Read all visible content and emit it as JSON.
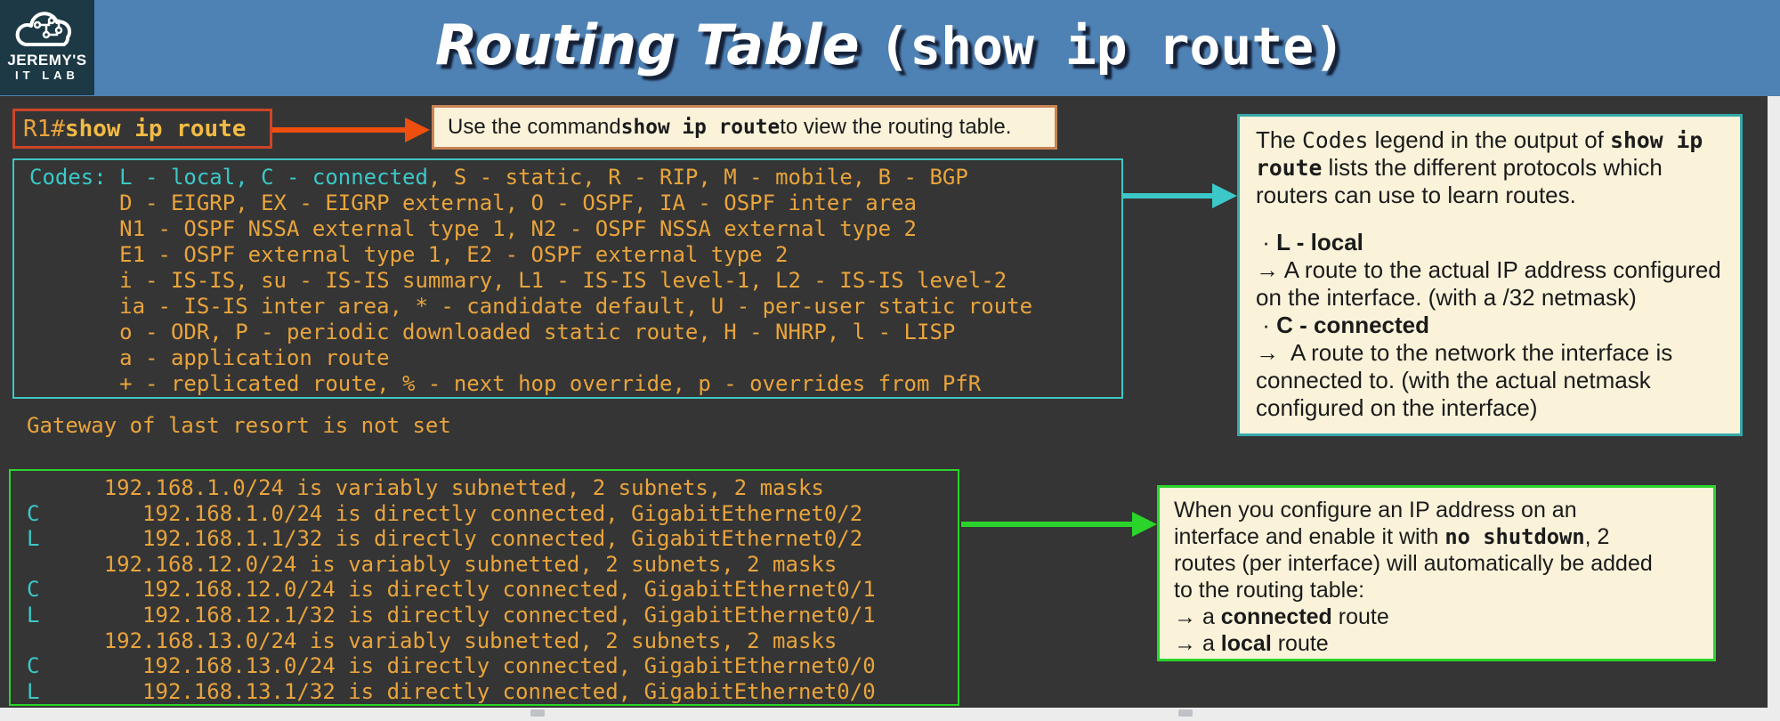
{
  "header": {
    "logo_line1": "JEREMY'S",
    "logo_line2": "IT LAB",
    "title_script": "Routing Table ",
    "title_mono": "(show ip route)"
  },
  "colors": {
    "background": "#353535",
    "header_blue": "#4e81b4",
    "terminal_orange": "#e9a43c",
    "terminal_cyan": "#3cc8c8",
    "green_accent": "#2bd42b",
    "red_orange_accent": "#cd4527",
    "arrow_orange": "#ee4e0e",
    "callout_cream": "#faf3da"
  },
  "command_box": {
    "segments": [
      {
        "t": "R1# "
      },
      {
        "t": "show ip route",
        "c": "b"
      }
    ]
  },
  "callout_command": {
    "segments": [
      {
        "t": "Use the command "
      },
      {
        "t": "show ip route",
        "c": "mb"
      },
      {
        "t": " to view the routing table."
      }
    ]
  },
  "codes_box": {
    "lines": [
      [
        {
          "t": "Codes: L - local, C - connected",
          "c": "cy"
        },
        {
          "t": ", S - static, R - RIP, M - mobile, B - BGP",
          "c": "or"
        }
      ],
      [
        {
          "t": "       D - EIGRP, EX - EIGRP external, O - OSPF, IA - OSPF inter area",
          "c": "or"
        }
      ],
      [
        {
          "t": "       N1 - OSPF NSSA external type 1, N2 - OSPF NSSA external type 2",
          "c": "or"
        }
      ],
      [
        {
          "t": "       E1 - OSPF external type 1, E2 - OSPF external type 2",
          "c": "or"
        }
      ],
      [
        {
          "t": "       i - IS-IS, su - IS-IS summary, L1 - IS-IS level-1, L2 - IS-IS level-2",
          "c": "or"
        }
      ],
      [
        {
          "t": "       ia - IS-IS inter area, * - candidate default, U - per-user static route",
          "c": "or"
        }
      ],
      [
        {
          "t": "       o - ODR, P - periodic downloaded static route, H - NHRP, l - LISP",
          "c": "or"
        }
      ],
      [
        {
          "t": "       a - application route",
          "c": "or"
        }
      ],
      [
        {
          "t": "       + - replicated route, % - next hop override, p - overrides from PfR",
          "c": "or"
        }
      ]
    ]
  },
  "callout_codes": {
    "lines": [
      [
        {
          "t": "The "
        },
        {
          "t": "Codes",
          "c": "m"
        },
        {
          "t": " legend in the output of "
        },
        {
          "t": "show ip",
          "c": "mb"
        }
      ],
      [
        {
          "t": "route",
          "c": "mb"
        },
        {
          "t": " lists the different protocols which"
        }
      ],
      [
        {
          "t": "routers can use to learn routes."
        }
      ],
      [
        {
          "t": " "
        }
      ],
      [
        {
          "t": " · "
        },
        {
          "t": "L - local",
          "c": "b"
        }
      ],
      [
        {
          "t": "→ A route to the actual IP address configured"
        }
      ],
      [
        {
          "t": "on the interface. (with a /32 netmask)"
        }
      ],
      [
        {
          "t": " · "
        },
        {
          "t": "C - connected",
          "c": "b"
        }
      ],
      [
        {
          "t": "→  A route to the network the interface is"
        }
      ],
      [
        {
          "t": "connected to. (with the actual netmask"
        }
      ],
      [
        {
          "t": "configured on the interface)"
        }
      ]
    ]
  },
  "gateway_line": "Gateway of last resort is not set",
  "route_box": {
    "lines": [
      [
        {
          "t": "      192.168.1.0/24 is variably subnetted, 2 subnets, 2 masks",
          "c": "or"
        }
      ],
      [
        {
          "t": "C",
          "c": "cy"
        },
        {
          "t": "        192.168.1.0/24 is directly connected, GigabitEthernet0/2",
          "c": "or"
        }
      ],
      [
        {
          "t": "L",
          "c": "cy"
        },
        {
          "t": "        192.168.1.1/32 is directly connected, GigabitEthernet0/2",
          "c": "or"
        }
      ],
      [
        {
          "t": "      192.168.12.0/24 is variably subnetted, 2 subnets, 2 masks",
          "c": "or"
        }
      ],
      [
        {
          "t": "C",
          "c": "cy"
        },
        {
          "t": "        192.168.12.0/24 is directly connected, GigabitEthernet0/1",
          "c": "or"
        }
      ],
      [
        {
          "t": "L",
          "c": "cy"
        },
        {
          "t": "        192.168.12.1/32 is directly connected, GigabitEthernet0/1",
          "c": "or"
        }
      ],
      [
        {
          "t": "      192.168.13.0/24 is variably subnetted, 2 subnets, 2 masks",
          "c": "or"
        }
      ],
      [
        {
          "t": "C",
          "c": "cy"
        },
        {
          "t": "        192.168.13.0/24 is directly connected, GigabitEthernet0/0",
          "c": "or"
        }
      ],
      [
        {
          "t": "L",
          "c": "cy"
        },
        {
          "t": "        192.168.13.1/32 is directly connected, GigabitEthernet0/0",
          "c": "or"
        }
      ]
    ]
  },
  "callout_routes": {
    "lines": [
      [
        {
          "t": "When you configure an IP address on an"
        }
      ],
      [
        {
          "t": "interface and enable it with "
        },
        {
          "t": "no shutdown",
          "c": "mb"
        },
        {
          "t": ", 2"
        }
      ],
      [
        {
          "t": "routes (per interface) will automatically be added"
        }
      ],
      [
        {
          "t": "to the routing table:"
        }
      ],
      [
        {
          "t": "→ a "
        },
        {
          "t": "connected",
          "c": "b"
        },
        {
          "t": " route"
        }
      ],
      [
        {
          "t": "→ a "
        },
        {
          "t": "local",
          "c": "b"
        },
        {
          "t": " route"
        }
      ]
    ]
  }
}
